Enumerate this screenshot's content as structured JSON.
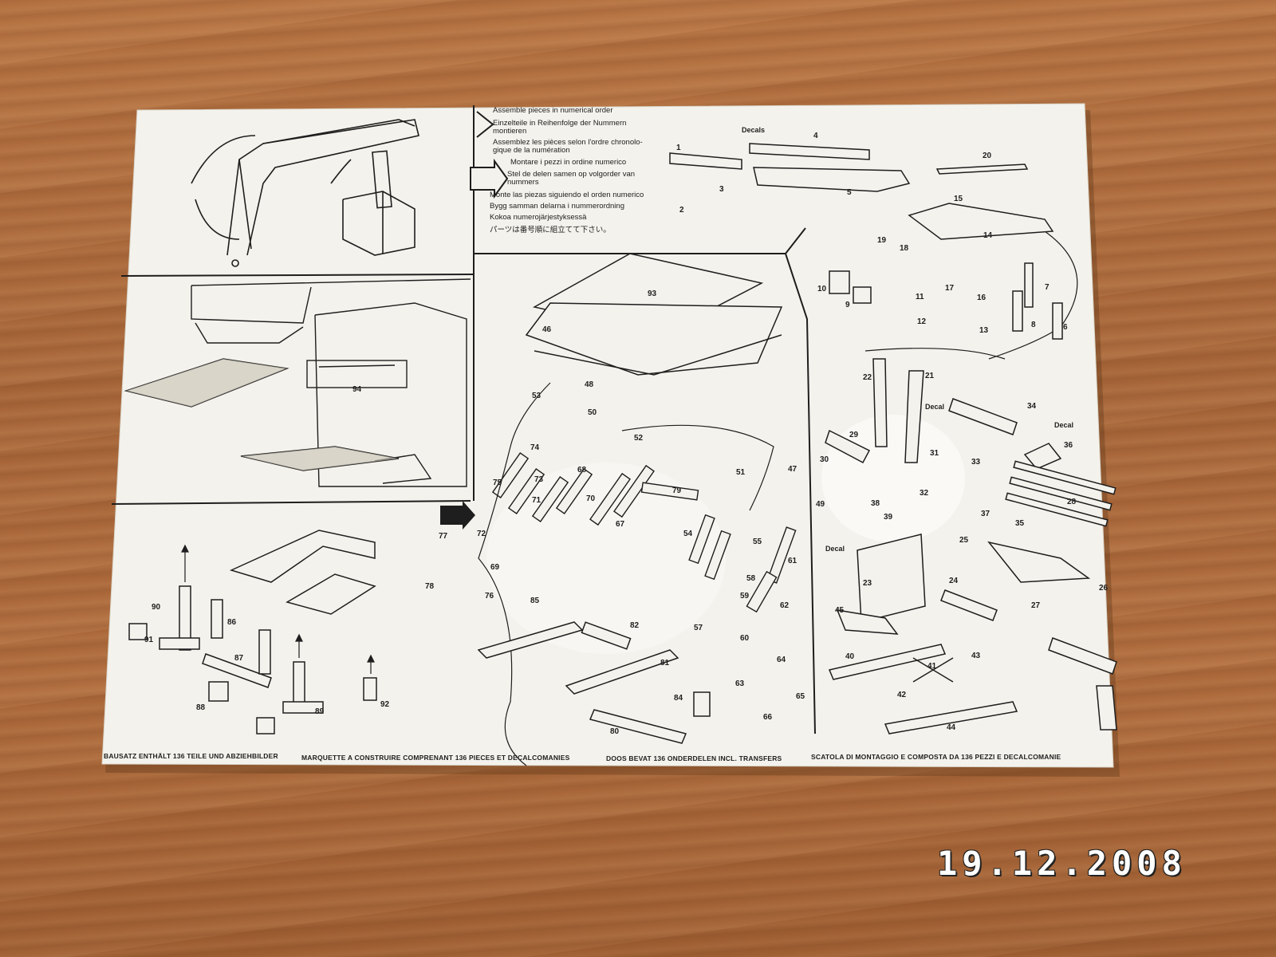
{
  "instructions": [
    "Assemble pieces in numerical order",
    "Einzelteile in Reihenfolge der Nummern",
    "montieren",
    "Assemblez les pièces selon l'ordre chronolo-",
    "gique de la numération",
    "Montare i pezzi in ordine numerico",
    "Stel de delen samen op volgorder van",
    "nummers",
    "Monte las piezas siguiendo el orden numerico",
    "Bygg samman delarna i nummerordning",
    "Kokoa numerojärjestyksessä",
    "パーツは番号順に組立てて下さい。"
  ],
  "footer": {
    "de": "BAUSATZ ENTHÄLT 136 TEILE UND ABZIEHBILDER",
    "fr": "MARQUETTE A CONSTRUIRE COMPRENANT 136 PIECES ET DECALCOMANIES",
    "nl": "DOOS BEVAT 136 ONDERDELEN INCL. TRANSFERS",
    "it": "SCATOLA DI MONTAGGIO E COMPOSTA DA 136 PEZZI E DECALCOMANIE"
  },
  "decal_label": "Decals",
  "decal_single": "Decal",
  "date_stamp": "19.12.2008",
  "part_numbers": {
    "p1": "1",
    "p2": "2",
    "p3": "3",
    "p4": "4",
    "p5": "5",
    "p6": "6",
    "p7": "7",
    "p8": "8",
    "p9": "9",
    "p10": "10",
    "p11": "11",
    "p12": "12",
    "p13": "13",
    "p14": "14",
    "p15": "15",
    "p16": "16",
    "p17": "17",
    "p18": "18",
    "p19": "19",
    "p20": "20",
    "p21": "21",
    "p22": "22",
    "p23": "23",
    "p24": "24",
    "p25": "25",
    "p26": "26",
    "p27": "27",
    "p28": "28",
    "p29": "29",
    "p30": "30",
    "p31": "31",
    "p32": "32",
    "p33": "33",
    "p34": "34",
    "p35": "35",
    "p36": "36",
    "p37": "37",
    "p38": "38",
    "p39": "39",
    "p40": "40",
    "p41": "41",
    "p42": "42",
    "p43": "43",
    "p44": "44",
    "p45": "45",
    "p46": "46",
    "p47": "47",
    "p48": "48",
    "p49": "49",
    "p50": "50",
    "p51": "51",
    "p52": "52",
    "p53": "53",
    "p54": "54",
    "p55": "55",
    "p57": "57",
    "p58": "58",
    "p59": "59",
    "p60": "60",
    "p61": "61",
    "p62": "62",
    "p63": "63",
    "p64": "64",
    "p65": "65",
    "p66": "66",
    "p67": "67",
    "p68": "68",
    "p69": "69",
    "p70": "70",
    "p71": "71",
    "p72": "72",
    "p73": "73",
    "p74": "74",
    "p75": "75",
    "p76": "76",
    "p77": "77",
    "p78": "78",
    "p79": "79",
    "p80": "80",
    "p81": "81",
    "p82": "82",
    "p84": "84",
    "p85": "85",
    "p86": "86",
    "p87": "87",
    "p88": "88",
    "p89": "89",
    "p90": "90",
    "p91": "91",
    "p92": "92",
    "p93": "93",
    "p94": "94"
  },
  "colors": {
    "wood": "#a9683a",
    "paper": "#f4f2ec",
    "ink": "#1e1e1e",
    "stamp": "#ffffff"
  }
}
